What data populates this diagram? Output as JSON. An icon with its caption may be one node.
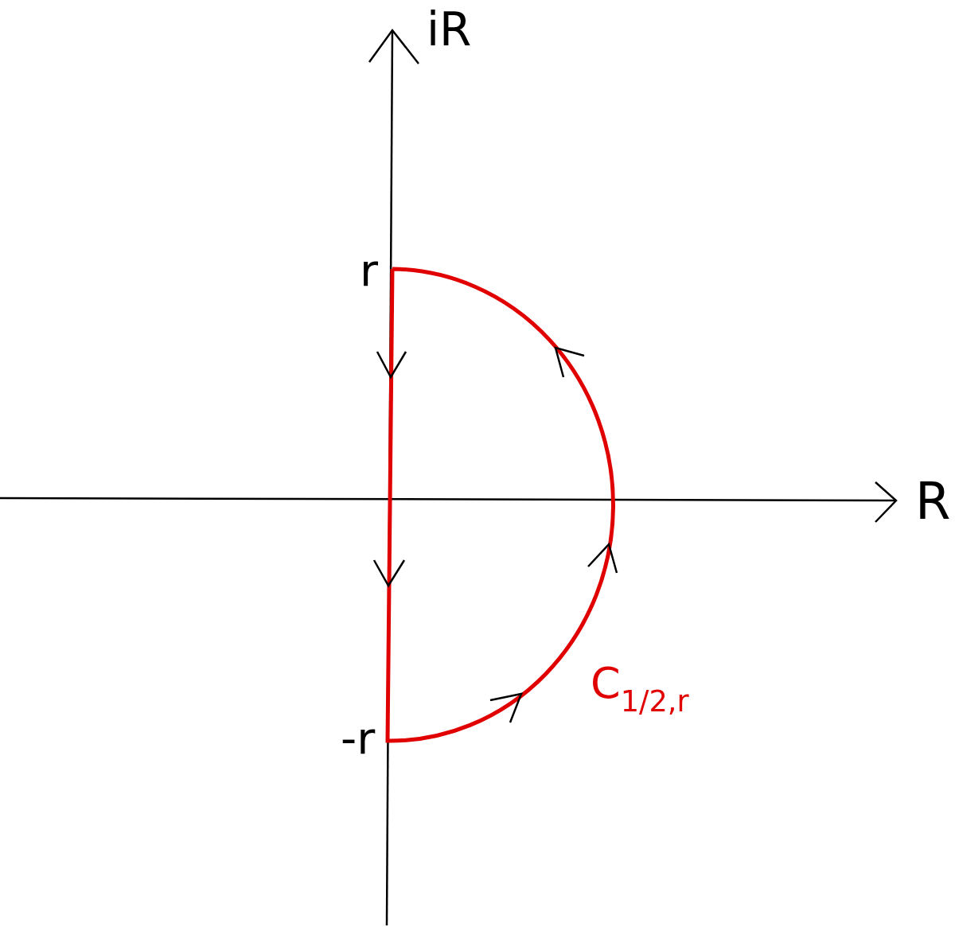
{
  "diagram": {
    "labels": [
      "iR",
      "R",
      "r",
      "-r",
      "C$_{1/2,r}$"
    ]
  }
}
